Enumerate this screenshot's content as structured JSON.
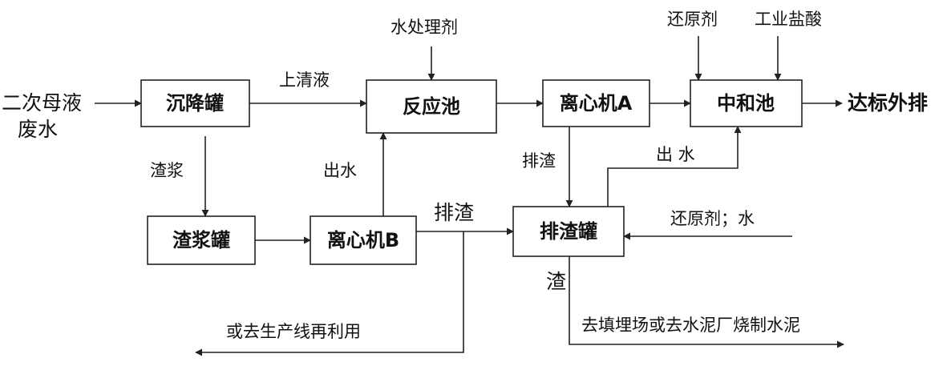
{
  "boxes": {
    "settling_tank": "沉降罐",
    "reaction_pool": "反应池",
    "centrifuge_a": "离心机A",
    "neutralization_pool": "中和池",
    "slurry_tank": "渣浆罐",
    "centrifuge_b": "离心机B",
    "slag_tank": "排渣罐"
  },
  "labels": {
    "input_line1": "二次母液",
    "input_line2": "废水",
    "supernatant": "上清液",
    "water_treatment_agent": "水处理剂",
    "reducing_agent": "还原剂",
    "industrial_hcl": "工业盐酸",
    "discharge": "达标外排",
    "slurry": "渣浆",
    "outlet_water_b": "出水",
    "slag_discharge_a": "排渣",
    "outlet_water_slag_tank": "出 水",
    "slag_discharge_b": "排渣",
    "reducing_agent_water": "还原剂；水",
    "slag": "渣",
    "reuse": "或去生产线再利用",
    "landfill": "去填埋场或去水泥厂烧制水泥"
  }
}
